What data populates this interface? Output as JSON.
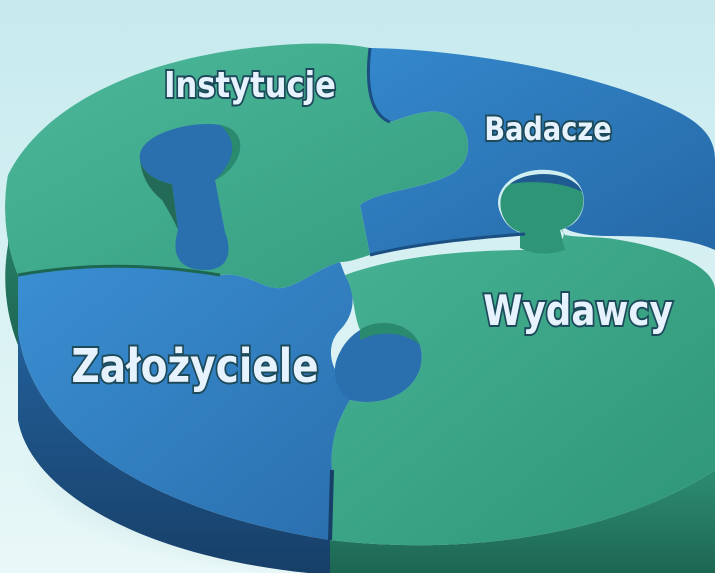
{
  "diagram": {
    "type": "puzzle-pie",
    "pieces": [
      {
        "id": "instytucje",
        "label": "Instytucje",
        "color": "#3aa888"
      },
      {
        "id": "badacze",
        "label": "Badacze",
        "color": "#2f7cc0"
      },
      {
        "id": "wydawcy",
        "label": "Wydawcy",
        "color": "#3aa888"
      },
      {
        "id": "zalozyciele",
        "label": "Założyciele",
        "color": "#2f7cc0"
      }
    ]
  },
  "colors": {
    "background_top": "#c6eaee",
    "background_bottom": "#e9f8f8",
    "teal": "#3aa888",
    "teal_dark": "#1e6f5a",
    "blue": "#2f7cc0",
    "blue_dark": "#1b4f82",
    "label_fill": "#e6f3ff"
  }
}
